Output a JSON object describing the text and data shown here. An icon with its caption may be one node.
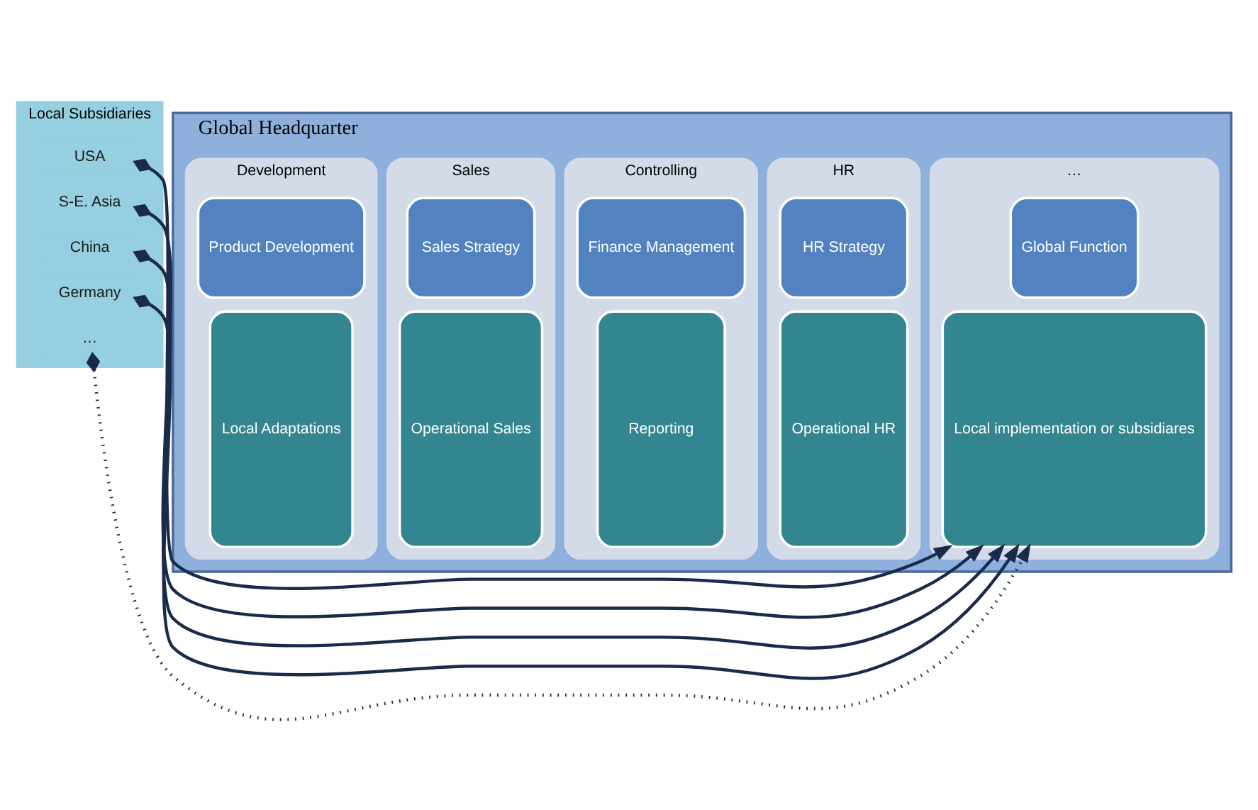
{
  "diagram": {
    "nodes": [
      {
        "text": [
          "Global Headquarter"
        ]
      },
      {
        "text": [
          "Development"
        ],
        "in": 0
      },
      {
        "text": [
          "Product Development"
        ],
        "in": 1
      },
      {
        "text": [
          "Local Adaptations"
        ],
        "in": 1
      },
      {
        "text": [
          "Sales"
        ],
        "in": 0
      },
      {
        "text": [
          "Sales Strategy"
        ],
        "in": 4
      },
      {
        "text": [
          "Operational Sales"
        ],
        "in": 4
      },
      {
        "text": [
          "Controlling"
        ],
        "in": 0
      },
      {
        "text": [
          "Finance Management"
        ],
        "in": 7
      },
      {
        "text": [
          "Reporting"
        ],
        "in": 7
      },
      {
        "text": [
          "HR"
        ],
        "in": 0
      },
      {
        "text": [
          "HR Strategy"
        ],
        "in": 10
      },
      {
        "text": [
          "Operational HR"
        ],
        "in": 10
      },
      {
        "text": [
          "…"
        ],
        "in": 0
      },
      {
        "text": [
          "Global Function"
        ],
        "in": 13
      },
      {
        "text": [
          "Local implementation or subsidiares"
        ],
        "in": 13
      },
      {
        "text": [
          "Local Subsidiaries"
        ]
      },
      {
        "text": [
          "USA"
        ],
        "in": 16
      },
      {
        "text": [
          "S-E. Asia"
        ],
        "in": 16
      },
      {
        "text": [
          "China"
        ],
        "in": 16
      },
      {
        "text": [
          "Germany"
        ],
        "in": 16
      },
      {
        "text": [
          "…"
        ],
        "in": 16
      }
    ],
    "edges": [
      {
        "from": 17,
        "to": 15,
        "arrow": "to"
      },
      {
        "from": 18,
        "to": 15,
        "arrow": "to"
      },
      {
        "from": 19,
        "to": 15,
        "arrow": "to"
      },
      {
        "from": 20,
        "to": 15,
        "arrow": "to"
      },
      {
        "from": 21,
        "to": 15,
        "arrow": "to",
        "style": "dashed"
      }
    ]
  }
}
